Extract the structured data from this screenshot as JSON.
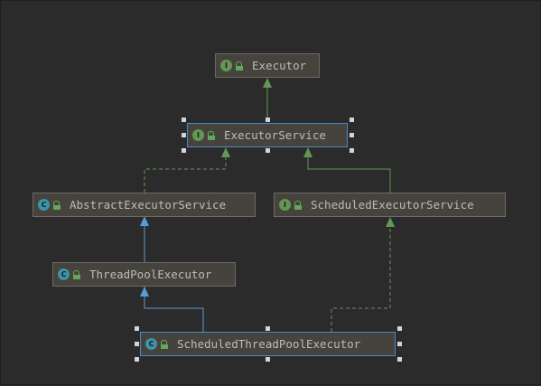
{
  "nodes": {
    "executor": {
      "label": "Executor",
      "kind": "I"
    },
    "executor_service": {
      "label": "ExecutorService",
      "kind": "I"
    },
    "abstract_executor_service": {
      "label": "AbstractExecutorService",
      "kind": "C"
    },
    "scheduled_executor_service": {
      "label": "ScheduledExecutorService",
      "kind": "I"
    },
    "thread_pool_executor": {
      "label": "ThreadPoolExecutor",
      "kind": "C"
    },
    "scheduled_thread_pool_executor": {
      "label": "ScheduledThreadPoolExecutor",
      "kind": "C"
    }
  },
  "colors": {
    "background": "#2b2b2b",
    "node_fill": "#45433c",
    "node_border": "#6b6b6b",
    "selected_border": "#4a88c7",
    "interface_badge": "#629755",
    "class_badge": "#3b94a8",
    "extends_edge": "#629755",
    "class_extends_edge": "#5b9bd5"
  }
}
